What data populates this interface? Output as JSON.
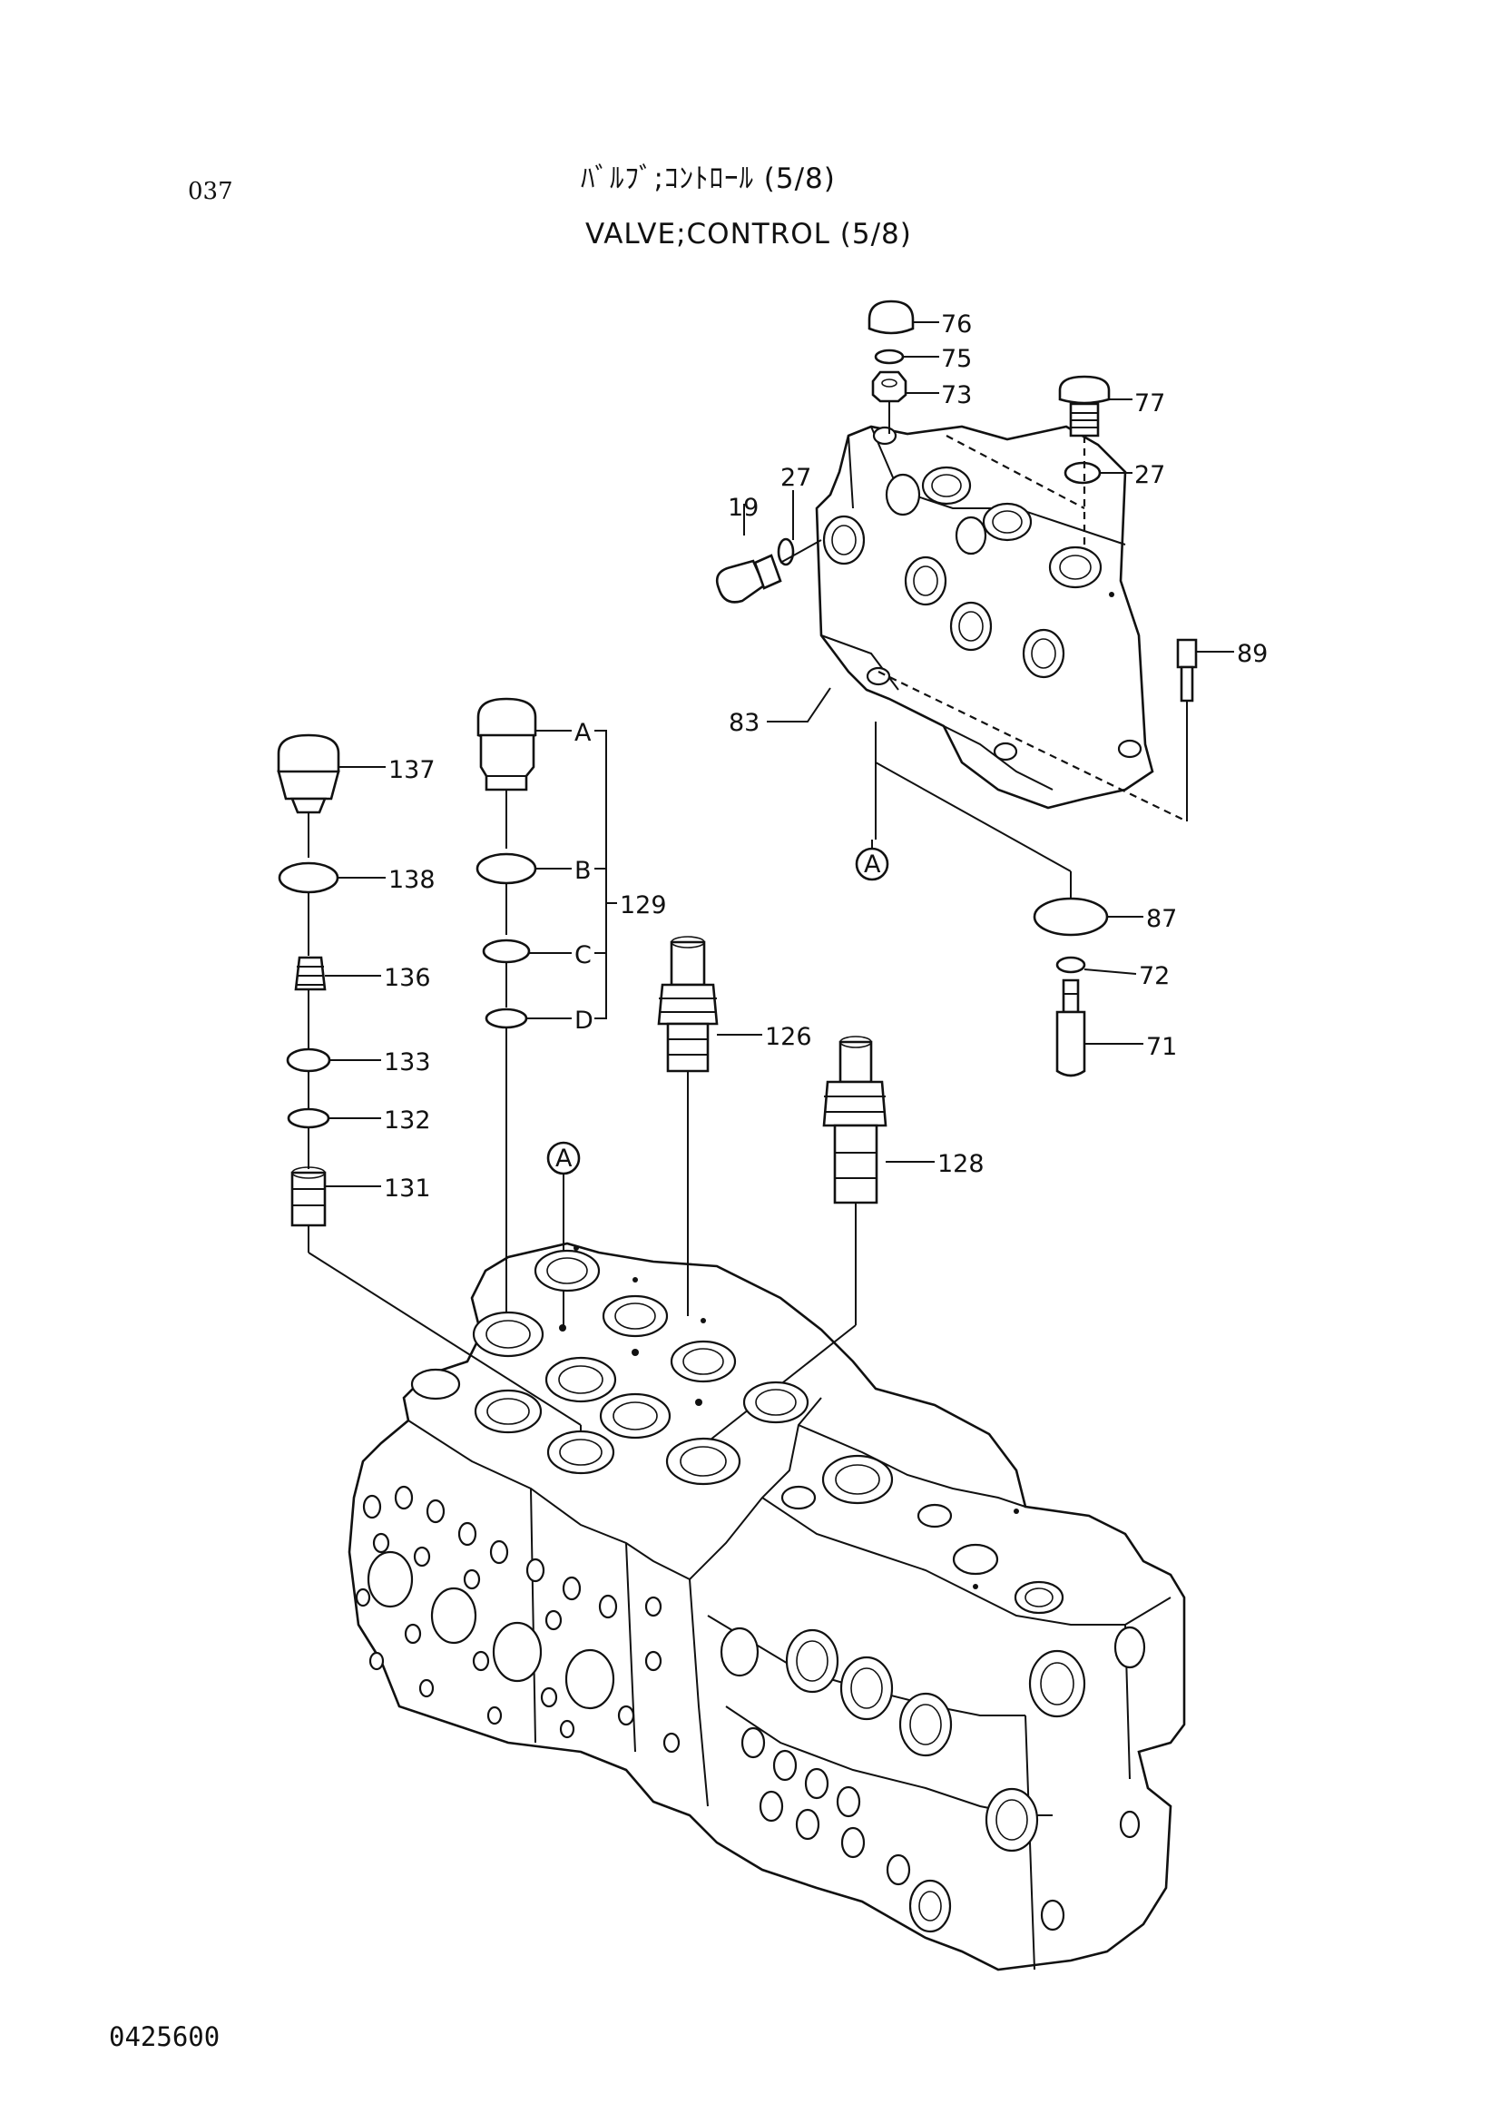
{
  "header": {
    "page_number": "037",
    "title_jp": "ﾊﾞﾙﾌﾞ;ｺﾝﾄﾛｰﾙ (5/8)",
    "title_en": "VALVE;CONTROL (5/8)"
  },
  "footer": {
    "figure_code": "0425600"
  },
  "callouts": {
    "p76": "76",
    "p75": "75",
    "p73": "73",
    "p77": "77",
    "p27a": "27",
    "p27b": "27",
    "p19": "19",
    "p83": "83",
    "p89": "89",
    "ref_a_top": "A",
    "p87": "87",
    "p72": "72",
    "p71": "71",
    "p137": "137",
    "p138": "138",
    "p136": "136",
    "p133": "133",
    "p132": "132",
    "p131": "131",
    "sub_a": "A",
    "sub_b": "B",
    "sub_c": "C",
    "sub_d": "D",
    "p129": "129",
    "p126": "126",
    "p128": "128",
    "ref_a_bottom": "A"
  }
}
